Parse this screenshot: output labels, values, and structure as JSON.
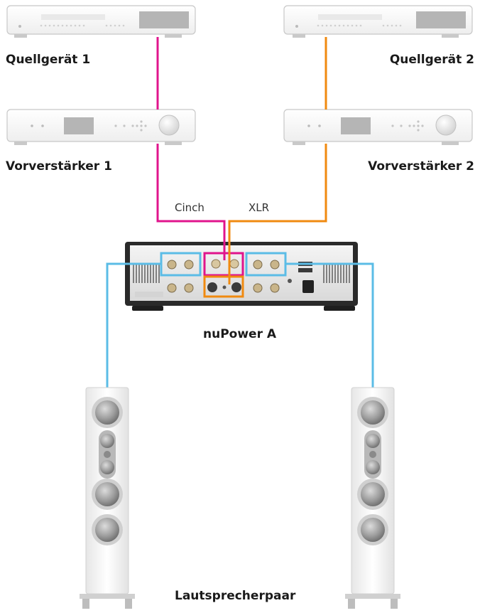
{
  "labels": {
    "source1": "Quellgerät 1",
    "source2": "Quellgerät 2",
    "preamp1": "Vorverstärker 1",
    "preamp2": "Vorverstärker 2",
    "cinch": "Cinch",
    "xlr": "XLR",
    "amp": "nuPower A",
    "speakers": "Lautsprecherpaar"
  },
  "colors": {
    "cinch_cable": "#e0148c",
    "xlr_cable": "#f08a10",
    "speaker_cable": "#5bbce6"
  }
}
